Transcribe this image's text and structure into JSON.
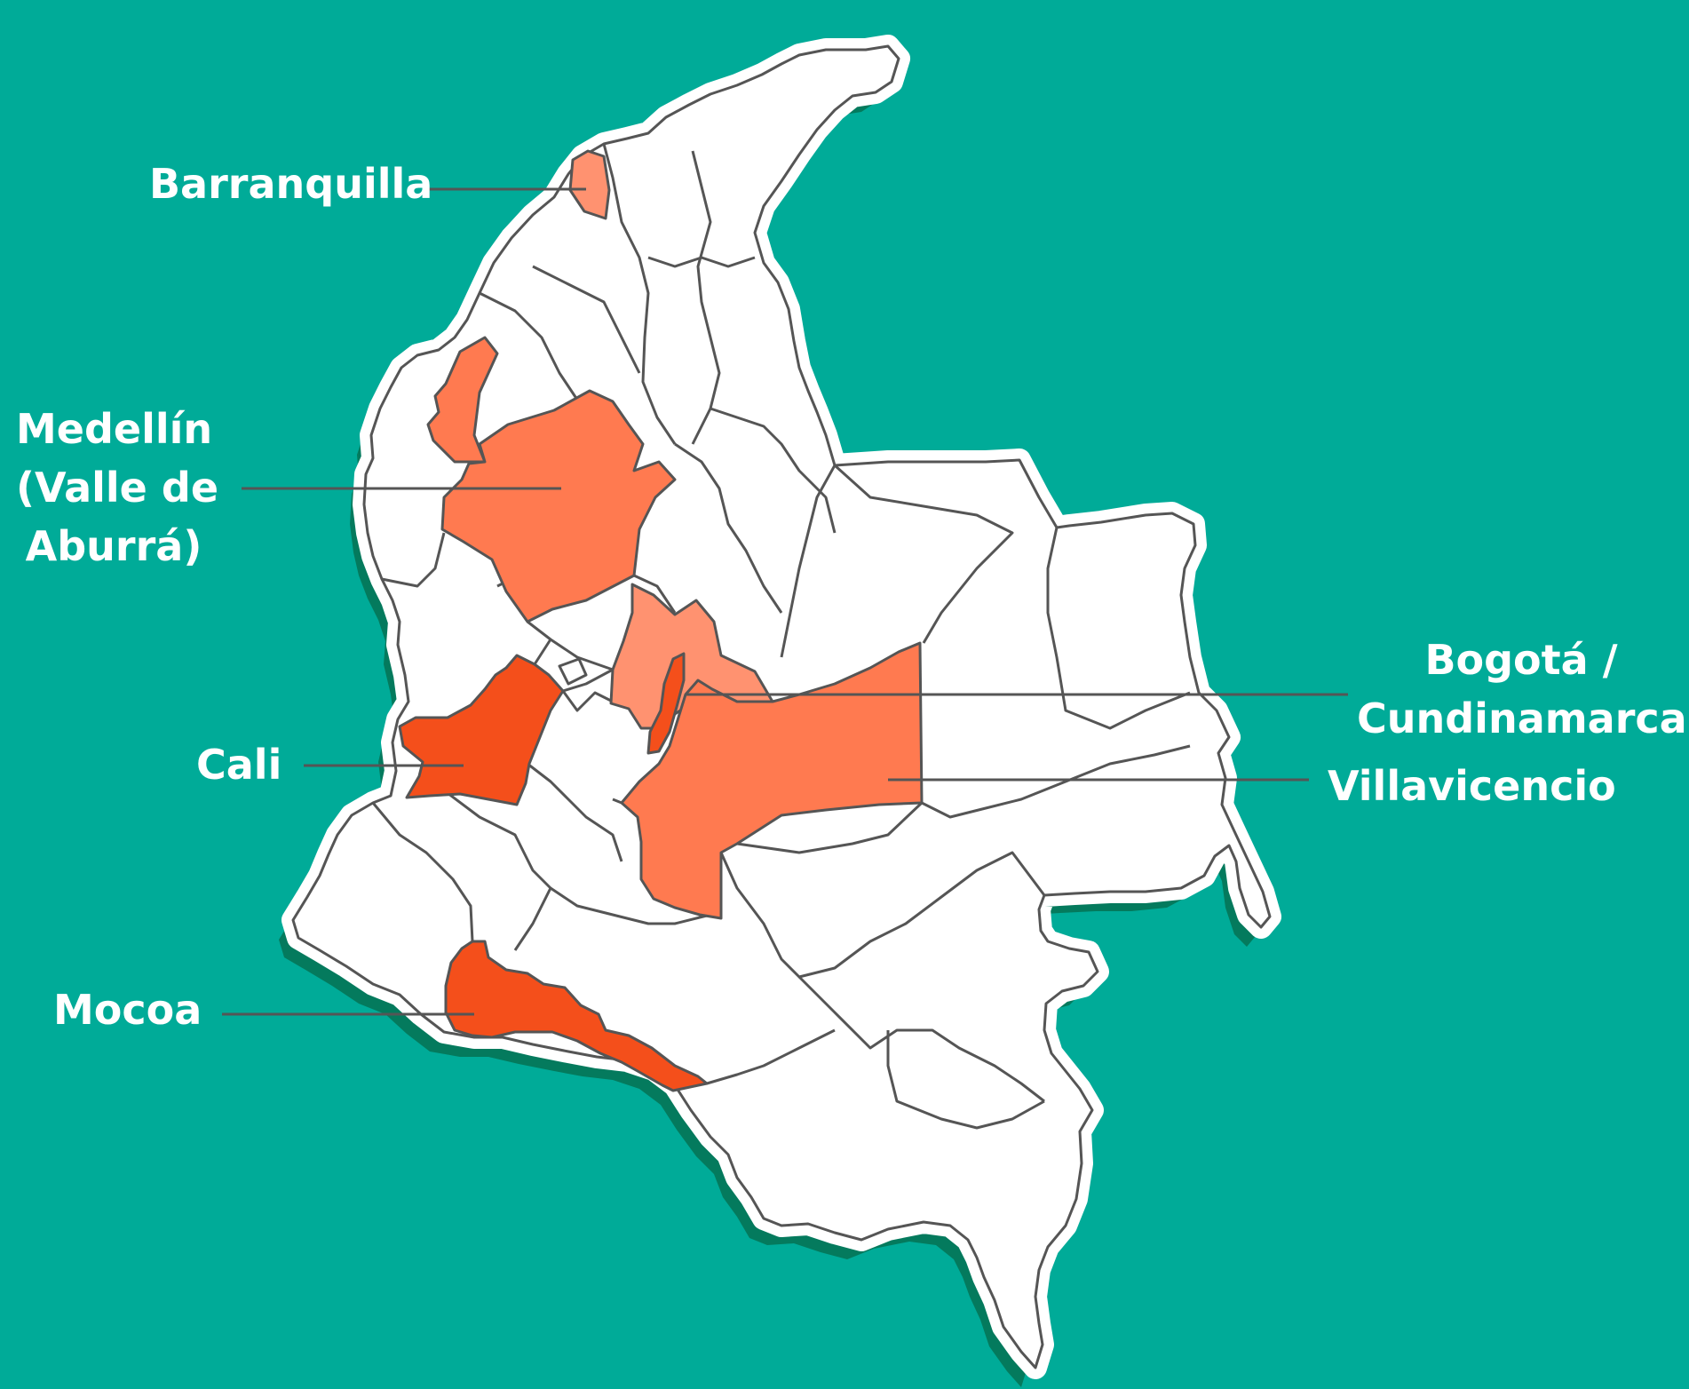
{
  "colors": {
    "background": "#00ab98",
    "shadow": "#047a5d",
    "land": "#ffffff",
    "border": "#555555",
    "highlight_light": "#ff9270",
    "highlight_medium": "#ff7a50",
    "highlight_dark": "#f44f1b",
    "label_text": "#ffffff",
    "leader_line": "#555555"
  },
  "map": {
    "country": "Colombia",
    "regions": [
      {
        "id": "atlantico",
        "tone": "highlight_light"
      },
      {
        "id": "cordoba",
        "tone": "highlight_medium"
      },
      {
        "id": "antioquia",
        "tone": "highlight_medium"
      },
      {
        "id": "boyaca-cundinamarca",
        "tone": "highlight_light"
      },
      {
        "id": "bogota",
        "tone": "highlight_dark"
      },
      {
        "id": "meta",
        "tone": "highlight_medium"
      },
      {
        "id": "valle-del-cauca",
        "tone": "highlight_dark"
      },
      {
        "id": "putumayo",
        "tone": "highlight_dark"
      }
    ]
  },
  "labels": {
    "barranquilla": [
      "Barranquilla"
    ],
    "medellin": [
      "Medellín",
      "(Valle de",
      "Aburrá)"
    ],
    "cali": [
      "Cali"
    ],
    "bogota": [
      "Bogotá /",
      "Cundinamarca"
    ],
    "villavicencio": [
      "Villavicencio"
    ],
    "mocoa": [
      "Mocoa"
    ]
  }
}
